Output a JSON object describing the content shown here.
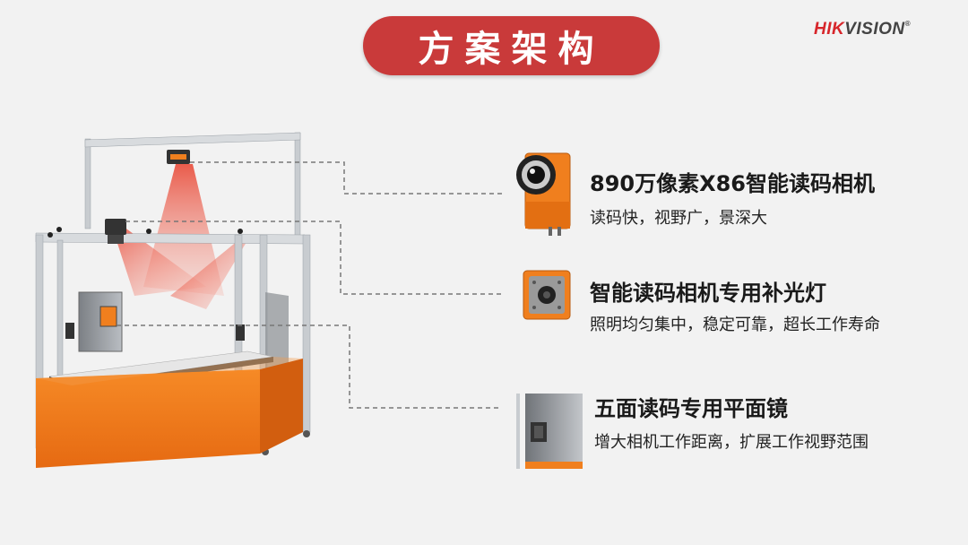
{
  "header": {
    "title": "方案架构",
    "brand_hik": "HIK",
    "brand_vision": "VISION",
    "brand_mark": "®"
  },
  "features": [
    {
      "title": "890万像素X86智能读码相机",
      "desc": "读码快，视野广，景深大",
      "icon": "camera-icon"
    },
    {
      "title": "智能读码相机专用补光灯",
      "desc": "照明均匀集中，稳定可靠，超长工作寿命",
      "icon": "light-icon"
    },
    {
      "title": "五面读码专用平面镜",
      "desc": "增大相机工作距离，扩展工作视野范围",
      "icon": "mirror-icon"
    }
  ],
  "colors": {
    "title_bg": "#c93a3a",
    "accent_orange": "#f07f1e",
    "beam_red": "#e8412e",
    "frame_gray": "#c8ccd0"
  }
}
